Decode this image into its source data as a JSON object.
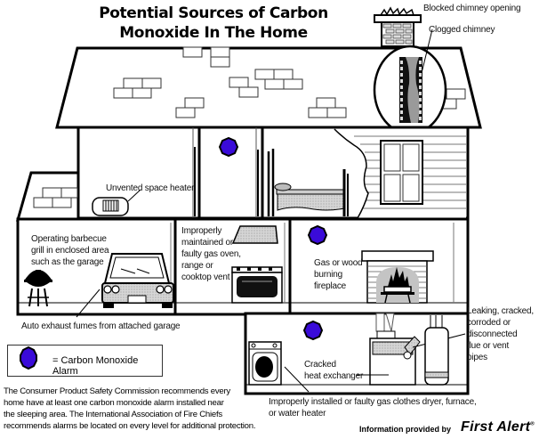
{
  "title": "Potential Sources of Carbon\nMonoxide In The Home",
  "colors": {
    "alarm_fill": "#3A0BD9",
    "alarm_stroke": "#000000",
    "outline": "#000000",
    "shading": "#BDBDBD"
  },
  "callouts": {
    "blocked_chimney": "Blocked chimney opening",
    "clogged_chimney": "Clogged chimney",
    "space_heater": "Unvented space heater",
    "bbq_grill": "Operating barbecue\ngrill in enclosed area\nsuch as the garage",
    "auto_exhaust": "Auto exhaust fumes from attached garage",
    "gas_oven": "Improperly\nmaintained or\nfaulty gas oven,\nrange or\ncooktop vent",
    "fireplace": "Gas or wood\nburning\nfireplace",
    "flue_pipes": "Leaking, cracked,\ncorroded or\ndisconnected\nflue or vent\npipes",
    "heat_exchanger": "Cracked\nheat exchanger",
    "dryer_furnace": "Improperly installed or faulty gas clothes dryer, furnace,\nor water heater"
  },
  "legend": {
    "icon": "octagon-alarm-icon",
    "label": "= Carbon Monoxide Alarm"
  },
  "note": "The Consumer Product Safety Commission recommends every\nhome have at least one carbon monoxide alarm installed near\nthe sleeping area.  The International Association of Fire Chiefs\nrecommends alarms be located on every level for additional protection.",
  "credit": {
    "prefix": "Information provided by",
    "brand": "First Alert",
    "mark": "®"
  },
  "alarm_locations": [
    "hallway-upstairs",
    "living-room",
    "basement"
  ]
}
